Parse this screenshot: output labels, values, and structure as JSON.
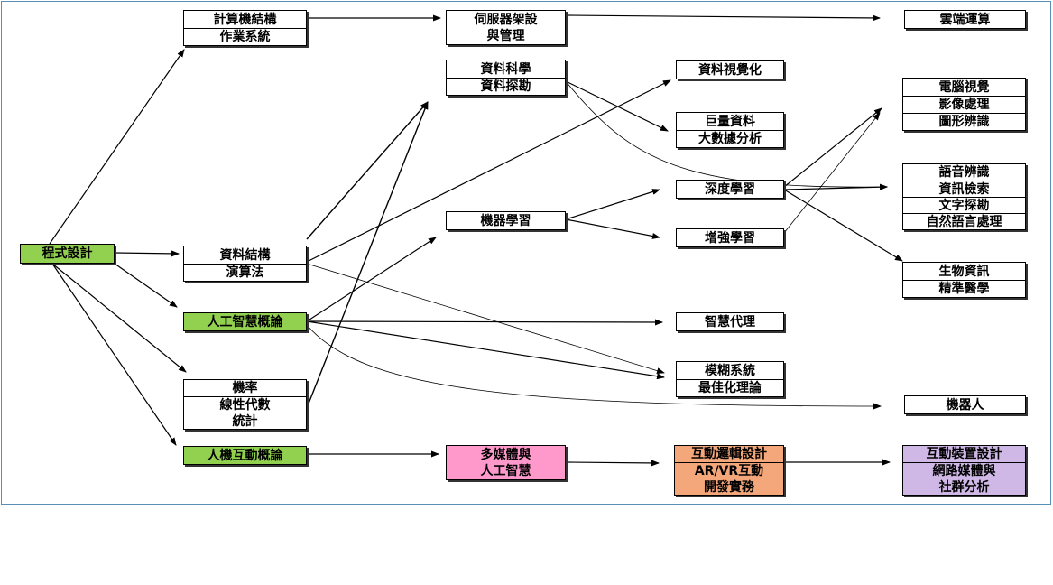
{
  "colors": {
    "green": "#92d050",
    "pink": "#ff99cc",
    "orange": "#f4a77a",
    "lavender": "#cfb8e6",
    "white": "#ffffff",
    "frame": "#5a8fb5"
  },
  "nodes": {
    "programming": [
      "程式設計"
    ],
    "comp_arch": [
      "計算機結構",
      "作業系統"
    ],
    "server": [
      "伺服器架設",
      "與管理"
    ],
    "cloud": [
      "雲端運算"
    ],
    "data_science": [
      "資料科學",
      "資料探勘"
    ],
    "visualization": [
      "資料視覺化"
    ],
    "big_data": [
      "巨量資料",
      "大數據分析"
    ],
    "vision": [
      "電腦視覺",
      "影像處理",
      "圖形辨識"
    ],
    "deep_learning": [
      "深度學習"
    ],
    "reinforcement": [
      "增強學習"
    ],
    "speech": [
      "語音辨識",
      "資訊檢索",
      "文字探勘",
      "自然語言處理"
    ],
    "machine_learning": [
      "機器學習"
    ],
    "data_structures": [
      "資料結構",
      "演算法"
    ],
    "bioinfo": [
      "生物資訊",
      "精準醫學"
    ],
    "ai_intro": [
      "人工智慧概論"
    ],
    "agents": [
      "智慧代理"
    ],
    "fuzzy": [
      "模糊系統",
      "最佳化理論"
    ],
    "math": [
      "機率",
      "線性代數",
      "統計"
    ],
    "robotics": [
      "機器人"
    ],
    "hci": [
      "人機互動概論"
    ],
    "multimedia": [
      "多媒體與",
      "人工智慧"
    ],
    "interactive": [
      "互動邏輯設計",
      "AR/VR互動",
      "開發實務"
    ],
    "device": [
      "互動裝置設計",
      "網路媒體與",
      "社群分析"
    ]
  }
}
